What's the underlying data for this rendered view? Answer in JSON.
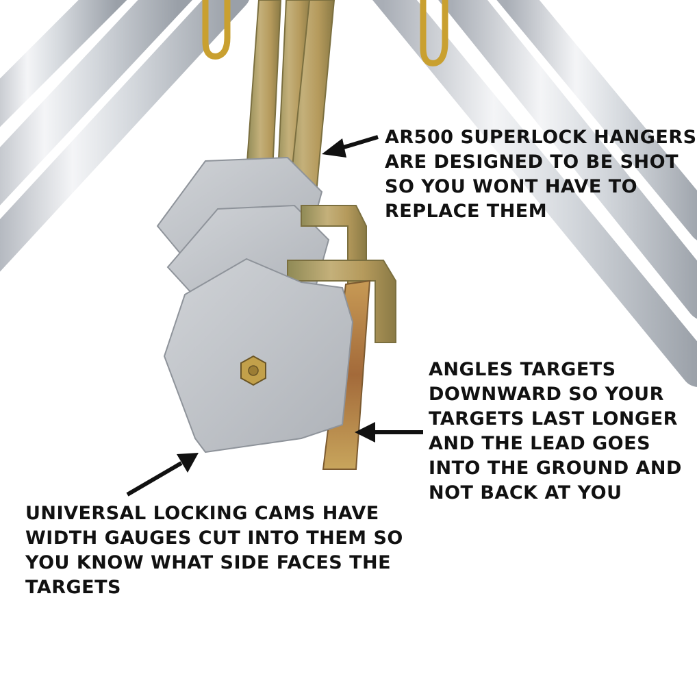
{
  "callouts": {
    "hangers": {
      "lines": [
        "AR500 SUPERLOCK HANGERS",
        "ARE DESIGNED TO BE SHOT",
        "SO YOU WONT HAVE TO",
        "REPLACE THEM"
      ]
    },
    "angle": {
      "lines": [
        "ANGLES TARGETS",
        "DOWNWARD SO YOUR",
        "TARGETS LAST LONGER",
        "AND THE LEAD GOES",
        "INTO THE GROUND AND",
        "NOT BACK AT YOU"
      ]
    },
    "cams": {
      "lines": [
        "UNIVERSAL LOCKING CAMS HAVE",
        "WIDTH GAUGES CUT INTO THEM SO",
        "YOU KNOW WHAT SIDE FACES THE",
        "TARGETS"
      ]
    }
  },
  "colors": {
    "background": "#ffffff",
    "text": "#111111",
    "arrow": "#111111",
    "tube_light": "#e6e9ee",
    "tube_dark": "#a9aeb6",
    "steel_plate": "#b9bdc3",
    "zinc_gold": "#b8a062",
    "hook_gold": "#c9a030"
  }
}
